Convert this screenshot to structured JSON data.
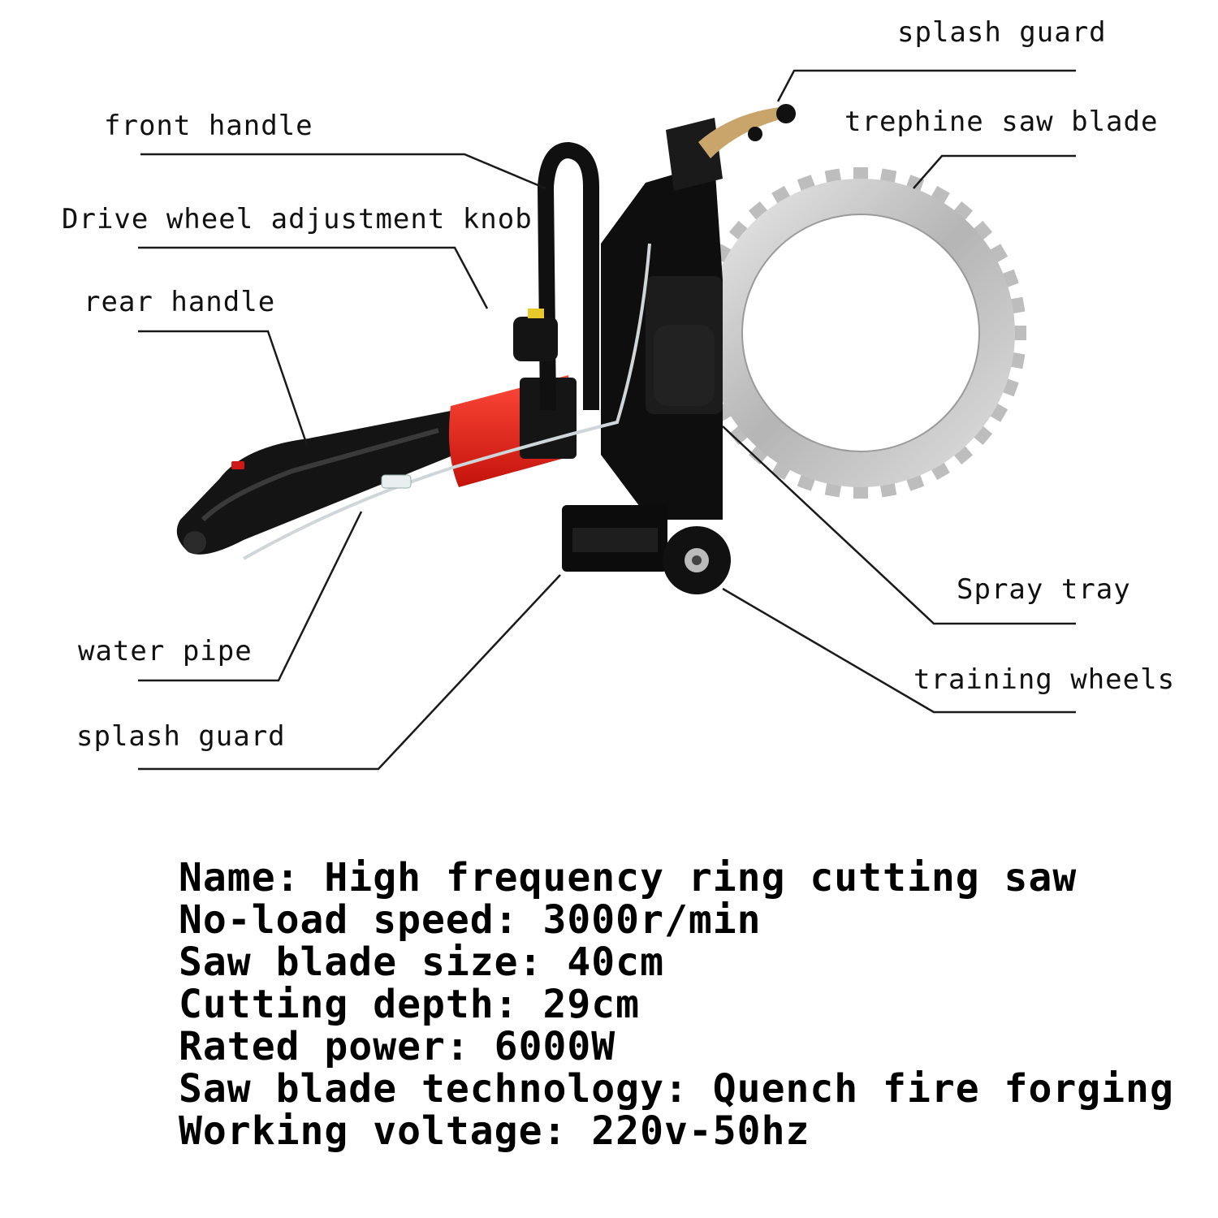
{
  "labels": {
    "splash_guard_top": "splash guard",
    "front_handle": "front handle",
    "trephine_saw_blade": "trephine saw blade",
    "drive_wheel_knob": "Drive wheel adjustment knob",
    "rear_handle": "rear handle",
    "spray_tray": "Spray tray",
    "water_pipe": "water pipe",
    "training_wheels": "training wheels",
    "splash_guard_bottom": "splash guard"
  },
  "specs": [
    "Name: High frequency ring cutting saw",
    "No-load speed: 3000r/min",
    "Saw blade size: 40cm",
    "Cutting depth: 29cm",
    "Rated power: 6000W",
    "Saw blade technology: Quench fire forging",
    "Working voltage: 220v-50hz"
  ],
  "colors": {
    "body": "#111111",
    "accent": "#e8231b",
    "blade": "#c9c9c9",
    "leader": "#1a1a1a"
  }
}
